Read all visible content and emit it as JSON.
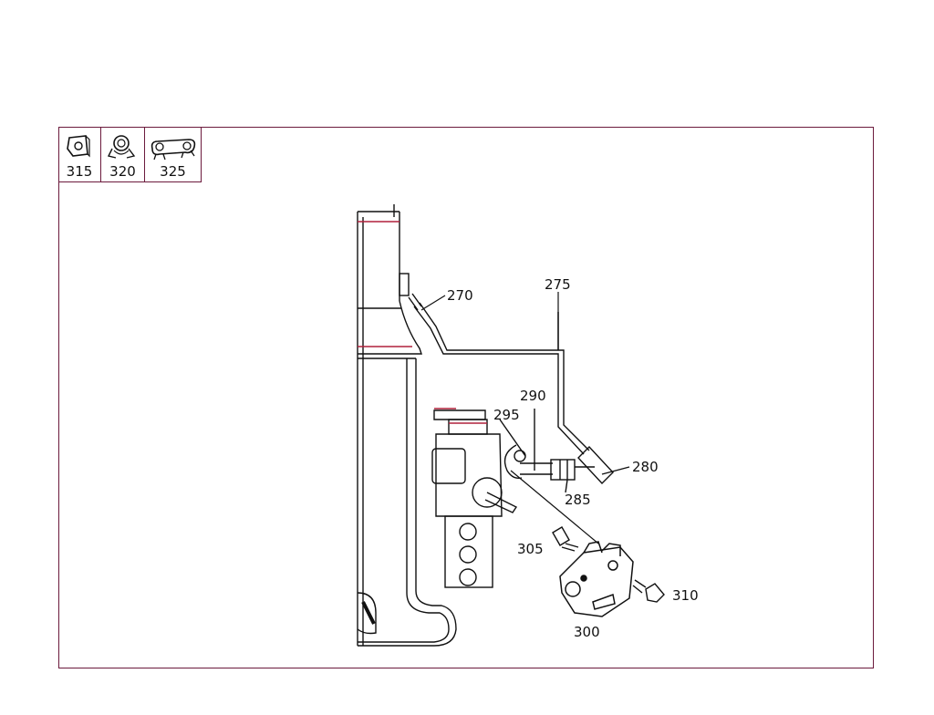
{
  "legend": [
    {
      "number": "315",
      "icon": "bracket-icon"
    },
    {
      "number": "320",
      "icon": "hose-clamp-icon"
    },
    {
      "number": "325",
      "icon": "double-clip-icon"
    }
  ],
  "callouts": {
    "c270": "270",
    "c275": "275",
    "c280": "280",
    "c285": "285",
    "c290": "290",
    "c295": "295",
    "c300": "300",
    "c305": "305",
    "c310": "310"
  },
  "colors": {
    "frame": "#6b1a3c",
    "line": "#111111",
    "accent": "#b0203c"
  }
}
